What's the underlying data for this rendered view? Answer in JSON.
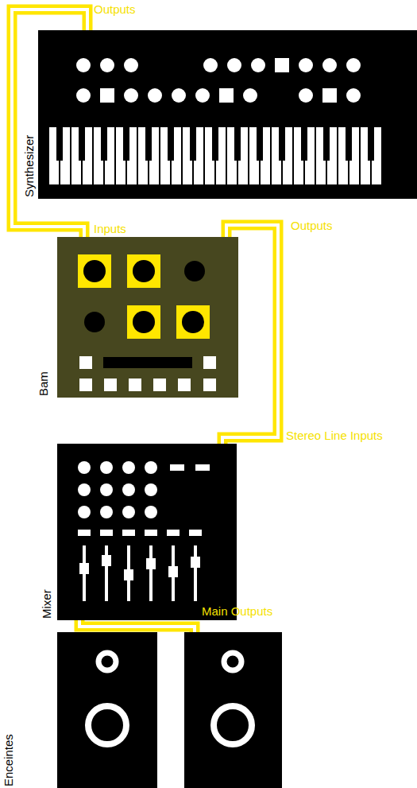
{
  "diagram": {
    "nodes": [
      {
        "text": [
          "Synthesizer"
        ]
      },
      {
        "text": [
          "Bam"
        ]
      },
      {
        "text": [
          "Mixer"
        ]
      },
      {
        "text": [
          "Enceintes"
        ]
      }
    ],
    "edges": [
      {
        "from": 0,
        "to": 1,
        "arrow": "none"
      },
      {
        "from": 1,
        "to": 2,
        "arrow": "none"
      },
      {
        "from": 2,
        "to": 3,
        "arrow": "none"
      }
    ],
    "labels": [
      "Outputs",
      "Inputs",
      "Outputs",
      "Stereo Line Inputs",
      "Main Outputs"
    ]
  }
}
